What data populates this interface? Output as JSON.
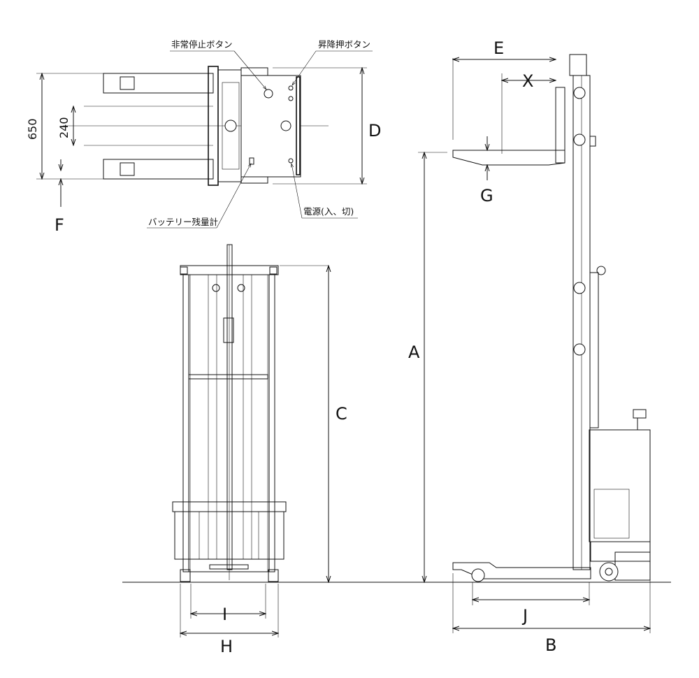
{
  "dimensions": {
    "A": "A",
    "B": "B",
    "C": "C",
    "D": "D",
    "E": "E",
    "F": "F",
    "G": "G",
    "H": "H",
    "I": "I",
    "J": "J",
    "X": "X",
    "width_650": "650",
    "width_240": "240"
  },
  "callouts": {
    "emergency_stop": "非常停止ボタン",
    "lift_button": "昇降押ボタン",
    "battery_gauge": "バッテリー残量計",
    "power_switch": "電源(入、切)"
  },
  "colors": {
    "line": "#111111",
    "background": "#ffffff"
  }
}
